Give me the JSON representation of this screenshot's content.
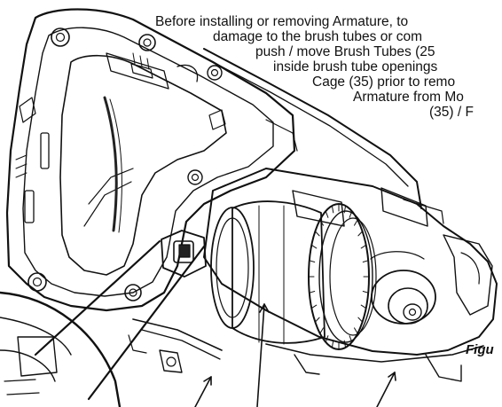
{
  "note": {
    "lines": [
      "Before installing or removing Armature, to",
      "damage to the brush tubes or com",
      "push / move Brush Tubes (25",
      "inside brush tube openings",
      "Cage (35) prior to remo",
      "Armature from Mo",
      "(35) / F"
    ]
  },
  "figure_label": "Figu"
}
